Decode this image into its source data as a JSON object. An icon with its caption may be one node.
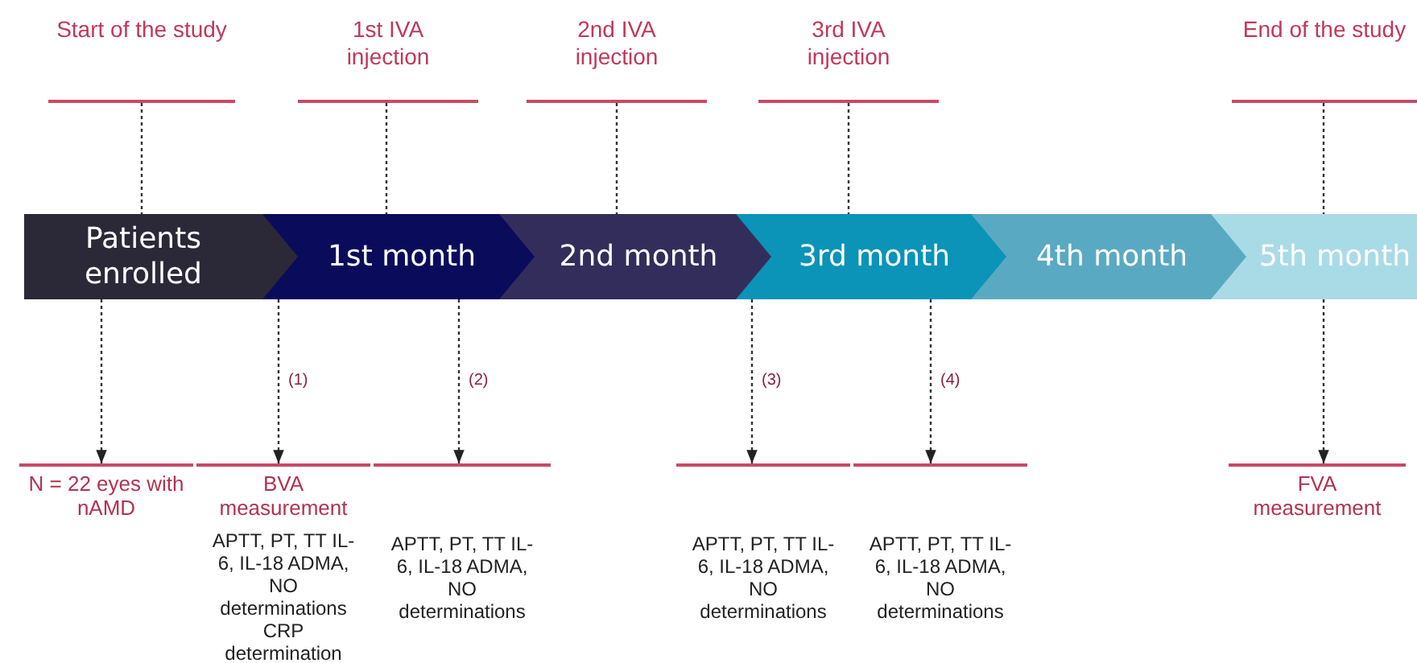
{
  "diagram": {
    "nodes": [
      {
        "text": [
          "Start of the study"
        ]
      },
      {
        "text": [
          "1st IVA injection"
        ]
      },
      {
        "text": [
          "2nd IVA injection"
        ]
      },
      {
        "text": [
          "3rd IVA injection"
        ]
      },
      {
        "text": [
          "End of the study"
        ]
      },
      {
        "text": [
          "Patients enrolled"
        ]
      },
      {
        "text": [
          "1st month"
        ]
      },
      {
        "text": [
          "2nd month"
        ]
      },
      {
        "text": [
          "3rd month"
        ]
      },
      {
        "text": [
          "4th month"
        ]
      },
      {
        "text": [
          "5th month"
        ]
      },
      {
        "text": [
          "N = 22 eyes with nAMD"
        ]
      },
      {
        "text": [
          "BVA measurement",
          "APTT, PT, TT IL-6, IL-18 ADMA, NO determinations CRP determination"
        ]
      },
      {
        "text": [
          "APTT, PT, TT IL-6, IL-18 ADMA, NO determinations"
        ]
      },
      {
        "text": [
          "APTT, PT, TT IL-6, IL-18 ADMA, NO determinations"
        ]
      },
      {
        "text": [
          "APTT, PT, TT IL-6, IL-18 ADMA, NO determinations"
        ]
      },
      {
        "text": [
          "FVA measurement"
        ]
      }
    ],
    "edges": [
      {
        "from": 0,
        "to": 5,
        "arrow": "none",
        "style": "dashed"
      },
      {
        "from": 1,
        "to": 6,
        "arrow": "none",
        "style": "dashed"
      },
      {
        "from": 2,
        "to": 7,
        "arrow": "none",
        "style": "dashed"
      },
      {
        "from": 3,
        "to": 8,
        "arrow": "none",
        "style": "dashed"
      },
      {
        "from": 4,
        "to": 10,
        "arrow": "none",
        "style": "dashed"
      },
      {
        "from": 5,
        "to": 11,
        "arrow": "to",
        "style": "dashed"
      },
      {
        "from": 6,
        "to": 12,
        "arrow": "to",
        "style": "dashed",
        "label": "(1)"
      },
      {
        "from": 6,
        "to": 13,
        "arrow": "to",
        "style": "dashed",
        "label": "(2)"
      },
      {
        "from": 8,
        "to": 14,
        "arrow": "to",
        "style": "dashed",
        "label": "(3)"
      },
      {
        "from": 8,
        "to": 15,
        "arrow": "to",
        "style": "dashed",
        "label": "(4)"
      },
      {
        "from": 10,
        "to": 16,
        "arrow": "to",
        "style": "dashed"
      }
    ]
  }
}
